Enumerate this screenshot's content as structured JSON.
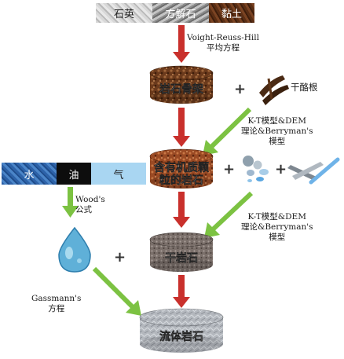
{
  "minerals": [
    "石英",
    "方解石",
    "黏土"
  ],
  "fluids": [
    "水",
    "油",
    "气"
  ],
  "disks": {
    "skeleton": "岩石骨架",
    "organic": [
      "含有机质颗",
      "粒的岩石"
    ],
    "dry": "干岩石",
    "fluid": "流体岩石"
  },
  "labels": {
    "vrh": [
      "Voight-Reuss-Hill",
      "平均方程"
    ],
    "kerogen": "干酪根",
    "kt1": [
      "K-T模型&DEM",
      "理论&Berryman's",
      "模型"
    ],
    "kt2": [
      "K-T模型&DEM",
      "理论&Berryman's",
      "模型"
    ],
    "woods": [
      "Wood's",
      "公式"
    ],
    "gassmann": [
      "Gassmann's",
      "方程"
    ]
  },
  "plus": "+"
}
